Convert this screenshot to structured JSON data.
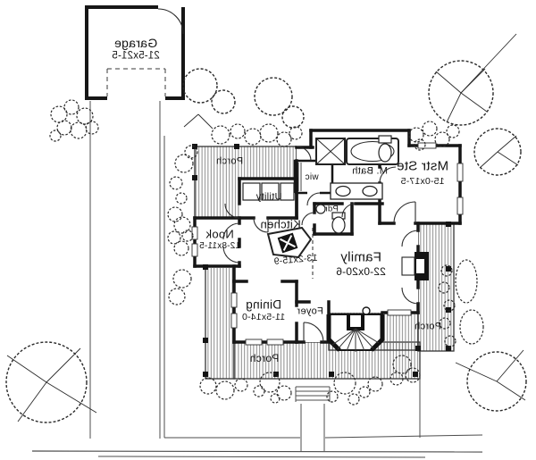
{
  "plan": {
    "garage": {
      "name": "Garage",
      "dims": "21-5x21-5"
    },
    "rooms": {
      "mstr_ste": {
        "name": "Mstr Ste",
        "dims": "15-0x17-5"
      },
      "m_bath": {
        "name": "M. Bath"
      },
      "wic": {
        "name": "wic"
      },
      "utility": {
        "name": "Utility"
      },
      "pdr": {
        "name": "Pdr"
      },
      "kitchen": {
        "name": "Kitchen",
        "dims": "13-2x15-9"
      },
      "nook": {
        "name": "Nook",
        "dims": "12-8x11-5"
      },
      "family": {
        "name": "Family",
        "dims": "22-0x20-6"
      },
      "dining": {
        "name": "Dining",
        "dims": "11-5x14-0"
      },
      "foyer": {
        "name": "Foyer"
      },
      "porch_top": {
        "name": "Porch"
      },
      "porch_right": {
        "name": "Porch"
      },
      "porch_bottom": {
        "name": "Porch"
      }
    },
    "colors": {
      "ink": "#161616",
      "paper": "#ffffff"
    }
  }
}
